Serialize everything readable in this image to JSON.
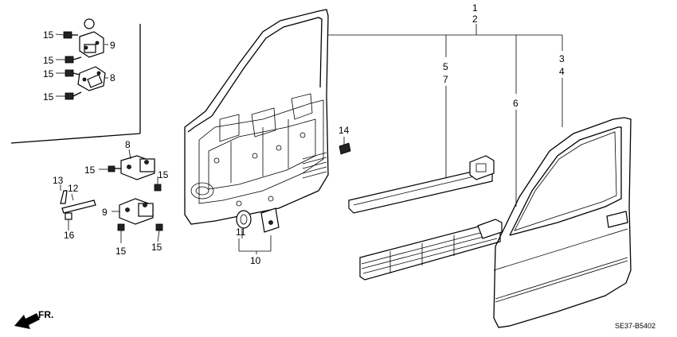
{
  "callouts": {
    "c1": "1",
    "c2": "2",
    "c3": "3",
    "c4": "4",
    "c5": "5",
    "c6": "6",
    "c7": "7",
    "c8a": "8",
    "c8b": "8",
    "c9a": "9",
    "c9b": "9",
    "c10": "10",
    "c11": "11",
    "c12": "12",
    "c13": "13",
    "c14": "14",
    "c15a": "15",
    "c15b": "15",
    "c15c": "15",
    "c15d": "15",
    "c15e": "15",
    "c15f": "15",
    "c15g": "15",
    "c15h": "15",
    "c16": "16"
  },
  "direction_label": "FR.",
  "diagram_code": "SE37-B5402"
}
